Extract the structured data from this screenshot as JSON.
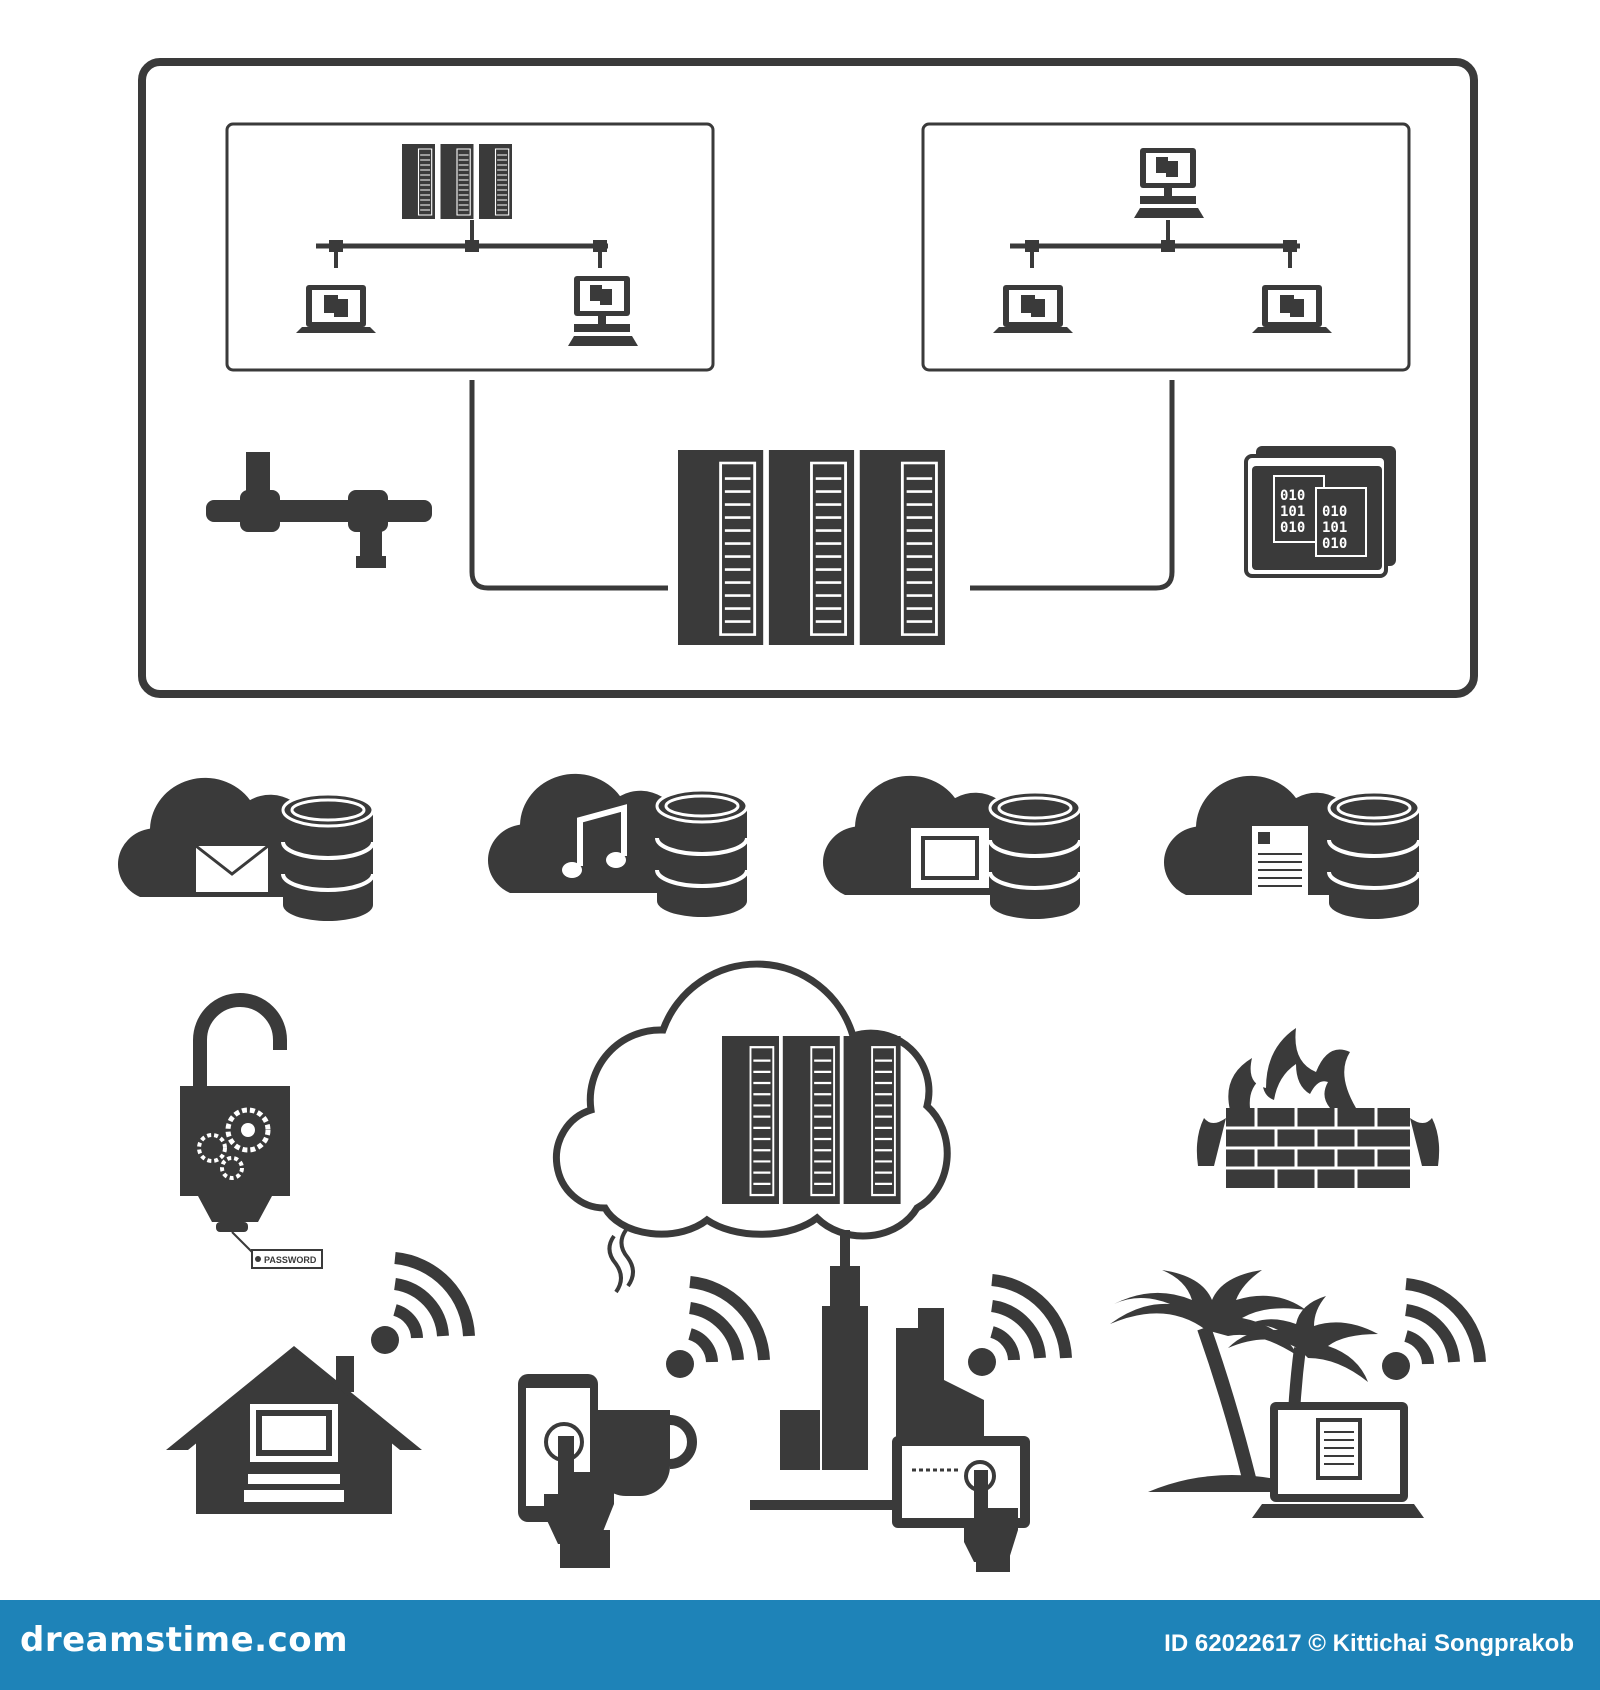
{
  "colors": {
    "icon": "#3a3a3a",
    "footer": "#1e83b8",
    "footer_text": "#ffffff"
  },
  "labels": {
    "password_tag": "PASSWORD",
    "binary_lines": [
      "010",
      "101",
      "010"
    ]
  },
  "footer": {
    "logo": "dreamstime.com",
    "credit": "ID 62022617 © Kittichai Songprakob"
  },
  "icons": [
    "network-diagram",
    "cloud-mail-database",
    "cloud-music-database",
    "cloud-video-database",
    "cloud-document-database",
    "padlock-gears",
    "cloud-server",
    "firewall",
    "home-wifi-computer",
    "cafe-wifi-phone",
    "city-wifi-tablet",
    "beach-wifi-laptop"
  ]
}
